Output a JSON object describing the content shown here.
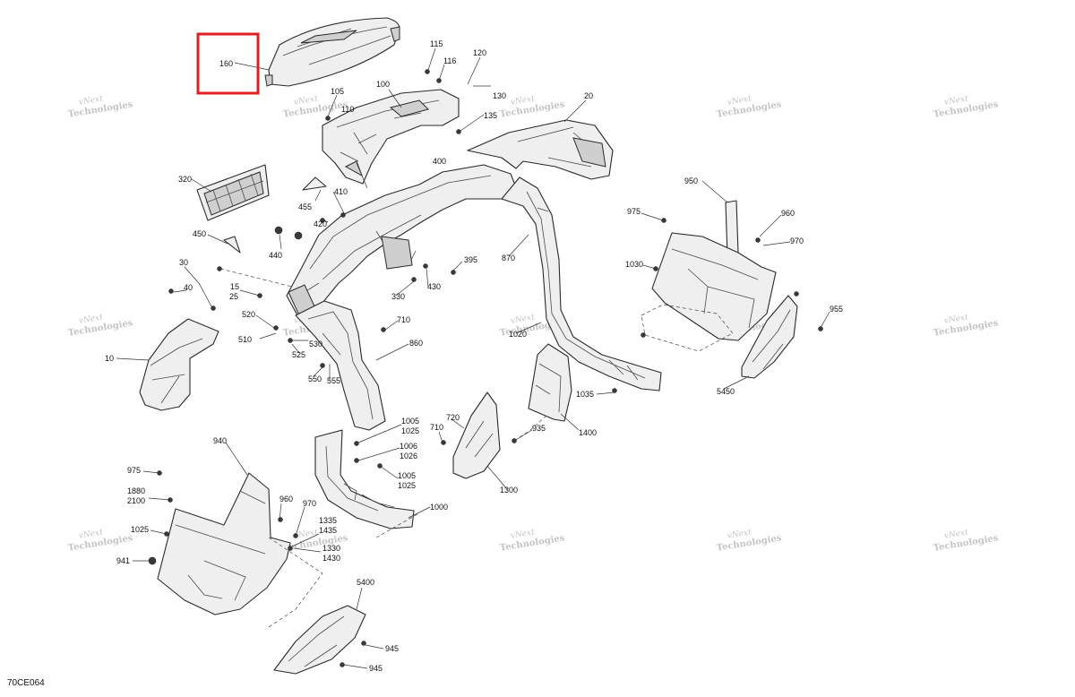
{
  "diagram_code": "70CE064",
  "watermark": {
    "line1": "vNext",
    "line2": "Technologies"
  },
  "highlight_color": "#e02020",
  "callouts": {
    "c160": "160",
    "c115": "115",
    "c116": "116",
    "c120": "120",
    "c105": "105",
    "c110": "110",
    "c100": "100",
    "c130": "130",
    "c135": "135",
    "c20": "20",
    "c320": "320",
    "c455": "455",
    "c410": "410",
    "c400": "400",
    "c420": "420",
    "c450": "450",
    "c440": "440",
    "c30": "30",
    "c40": "40",
    "c15": "15",
    "c25": "25",
    "c395": "395",
    "c430": "430",
    "c330": "330",
    "c520": "520",
    "c510": "510",
    "c530": "530",
    "c525": "525",
    "c710a": "710",
    "c860": "860",
    "c550": "550",
    "c555": "555",
    "c10": "10",
    "c870": "870",
    "c1020": "1020",
    "c950": "950",
    "c975a": "975",
    "c960a": "960",
    "c970a": "970",
    "c1030": "1030",
    "c955": "955",
    "c5450": "5450",
    "c1035": "1035",
    "c1400": "1400",
    "c935": "935",
    "c720": "720",
    "c710b": "710",
    "c1005a": "1005",
    "c1025a": "1025",
    "c1006": "1006",
    "c1026": "1026",
    "c1005b": "1005",
    "c1025b": "1025",
    "c1300": "1300",
    "c1000": "1000",
    "c940": "940",
    "c975b": "975",
    "c1880": "1880",
    "c2100": "2100",
    "c960b": "960",
    "c970b": "970",
    "c1335": "1335",
    "c1435": "1435",
    "c1330": "1330",
    "c1430": "1430",
    "c1025c": "1025",
    "c941": "941",
    "c5400": "5400",
    "c945a": "945",
    "c945b": "945"
  }
}
